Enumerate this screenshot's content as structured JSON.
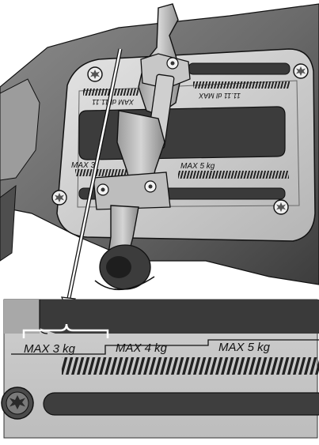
{
  "labels": {
    "top_mirrored_left": "XAM dl 11.11",
    "top_mirrored_right": "11.11 dl MAX",
    "top_max_3": "MAX 3",
    "top_max_5": "MAX 5 kg",
    "detail_max_3": "MAX 3 kg",
    "detail_max_4": "MAX 4 kg",
    "detail_max_5": "MAX 5 kg"
  },
  "colors": {
    "metal_light": "#d9d9d9",
    "metal_mid": "#a9a9a9",
    "body_dark": "#4a4a4a",
    "outline": "#111111",
    "arrow": "#ffffff"
  },
  "icons": [
    "screw-icon",
    "pointer-arrow-icon",
    "bracket-icon"
  ]
}
